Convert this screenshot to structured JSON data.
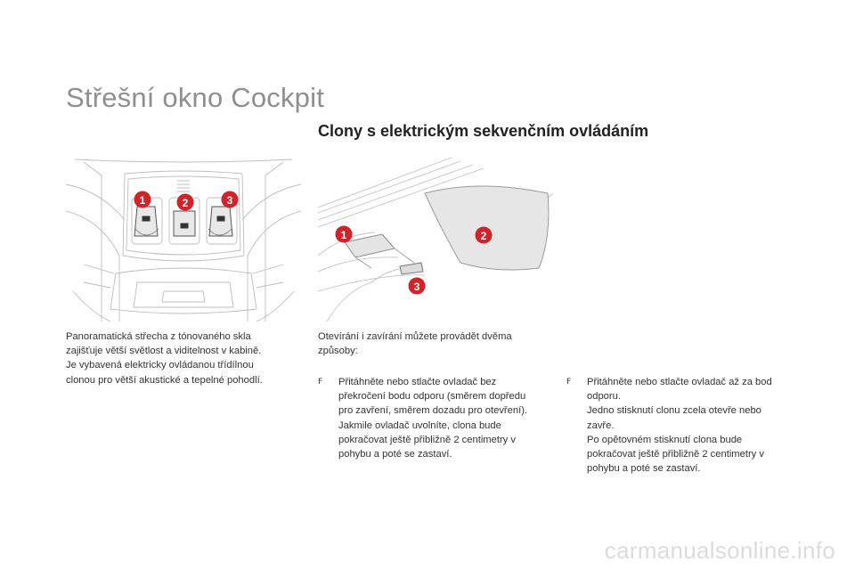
{
  "page": {
    "title": "Střešní okno Cockpit",
    "subtitle": "Clony s elektrickým sekvenčním ovládáním"
  },
  "illustrations": {
    "cockpit_callouts": [
      "1",
      "2",
      "3"
    ],
    "roof_callouts": [
      "1",
      "2",
      "3"
    ],
    "callout_color": "#d2232a"
  },
  "text": {
    "intro": "Panoramatická střecha z tónovaného skla\nzajišťuje větší světlost a viditelnost v kabině.\nJe vybavená elektricky ovládanou třídílnou\nclonou pro větší akustické a tepelné pohodlí.",
    "ways": "Otevírání i zavírání můžete provádět dvěma\nzpůsoby:",
    "bullets": [
      {
        "mark": "F",
        "text": "Přitáhněte nebo stlačte ovladač bez\npřekročení bodu odporu (směrem dopředu\npro zavření, směrem dozadu pro otevření).\nJakmile ovladač uvolníte, clona bude\npokračovat ještě přibližně 2 centimetry v\npohybu a poté se zastaví."
      },
      {
        "mark": "F",
        "text": "Přitáhněte nebo stlačte ovladač až za bod\nodporu.\nJedno stisknutí clonu zcela otevře nebo\nzavře.\nPo opětovném stisknutí clona bude\npokračovat ještě přibližně 2 centimetry v\npohybu a poté se zastaví."
      }
    ]
  },
  "watermark": "carmanualsonline.info"
}
